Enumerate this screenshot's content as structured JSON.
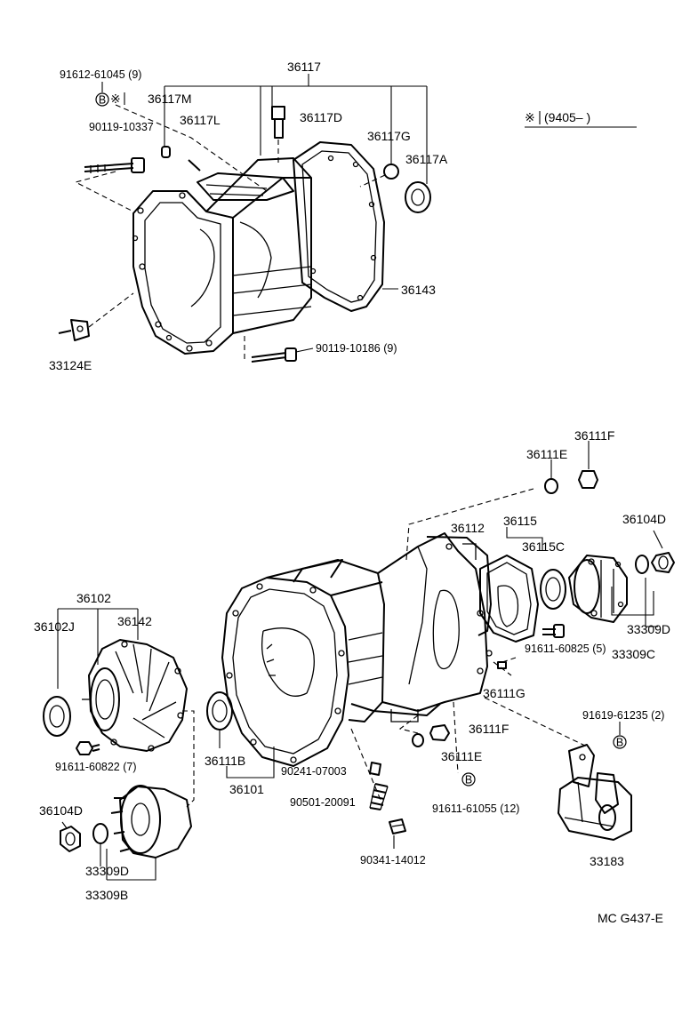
{
  "diagram": {
    "code": "MC  G437-E",
    "legend": {
      "symbol": "※",
      "range": "(9405–        )"
    },
    "symbols": {
      "circled_b": "B",
      "mark": "※"
    },
    "labels": {
      "p91612_61045": "91612-61045 (9)",
      "p36117": "36117",
      "p36117M": "36117M",
      "p36117L": "36117L",
      "p36117D": "36117D",
      "p36117G": "36117G",
      "p36117A": "36117A",
      "p90119_10337": "90119-10337",
      "p36143": "36143",
      "p33124E": "33124E",
      "p90119_10186": "90119-10186 (9)",
      "p36111F_top": "36111F",
      "p36111E_top": "36111E",
      "p36112": "36112",
      "p36115": "36115",
      "p36115C": "36115C",
      "p36104D_r": "36104D",
      "p33309D_r": "33309D",
      "p33309C": "33309C",
      "p91611_60825": "91611-60825 (5)",
      "p36102": "36102",
      "p36102J": "36102J",
      "p36142": "36142",
      "p36111G": "36111G",
      "p91619_61235": "91619-61235 (2)",
      "p36111F_mid": "36111F",
      "p36111E_mid": "36111E",
      "p91611_60822": "91611-60822 (7)",
      "p36111B": "36111B",
      "p90241_07003": "90241-07003",
      "p36101": "36101",
      "p91611_61055": "91611-61055 (12)",
      "p90501_20091": "90501-20091",
      "p36104D_l": "36104D",
      "p33309D_l": "33309D",
      "p33309B": "33309B",
      "p90341_14012": "90341-14012",
      "p33183": "33183"
    }
  }
}
